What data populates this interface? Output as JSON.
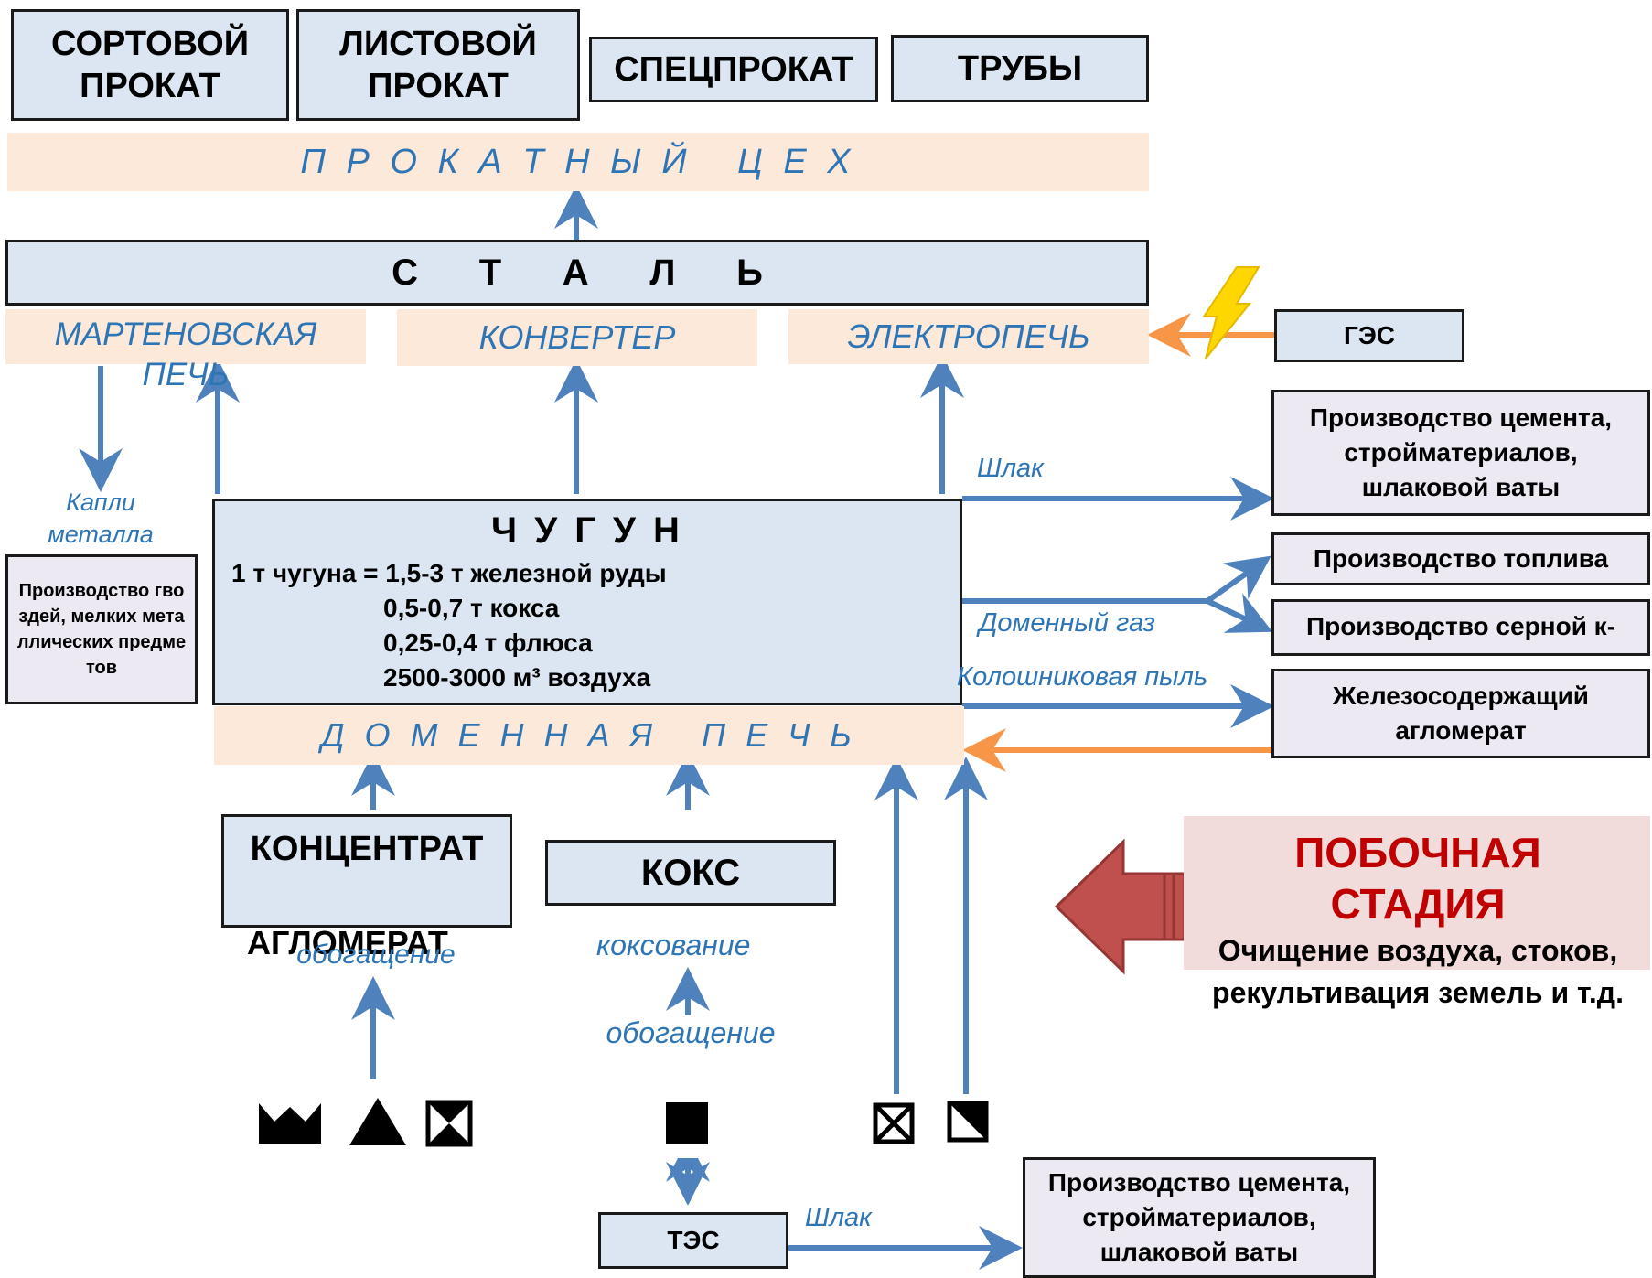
{
  "products": {
    "sort": "СОРТОВОЙ ПРОКАТ",
    "list": "ЛИСТОВОЙ ПРОКАТ",
    "spec": "СПЕЦПРОКАТ",
    "pipes": "ТРУБЫ"
  },
  "rolling_shop": "П Р О К А Т Н Ы Й   Ц Е Х",
  "steel": "С      Т      А      Л      Ь",
  "furnaces": {
    "martin": "МАРТЕНОВСКАЯ ПЕЧЬ",
    "converter": "КОНВЕРТЕР",
    "electric": "ЭЛЕКТРОПЕЧЬ"
  },
  "ges": "ГЭС",
  "metal_drops": "Капли металла",
  "nails": "Производство гвоздей, мелких металлических предметов",
  "pig_iron": {
    "title": "Ч У Г У Н",
    "line1": "1 т чугуна = 1,5-3 т железной руды",
    "line2": "0,5-0,7 т кокса",
    "line3": "0,25-0,4 т флюса",
    "line4": "2500-3000 м³ воздуха"
  },
  "blast_furnace": "Д О М Е Н Н А Я   П Е Ч Ь",
  "byproducts": {
    "slag_label": "Шлак",
    "gas_label": "Доменный газ",
    "dust_label": "Колошниковая пыль",
    "cement": "Производство цемента, стройматериалов, шлаковой ваты",
    "fuel": "Производство топлива",
    "sulfuric": "Производство серной к-ты",
    "agglomerate": "Железосодержащий агломерат"
  },
  "inputs": {
    "concentrate_line1": "КОНЦЕНТРАТ",
    "concentrate_line2": "АГЛОМЕРАТ",
    "enrichment_1": "обогащение",
    "coke": "КОКС",
    "coking": "коксование",
    "enrichment_2": "обогащение"
  },
  "tes": "ТЭС",
  "tes_slag": "Шлак",
  "tes_cement": "Производство цемента, стройматериалов, шлаковой ваты",
  "side_stage": {
    "title": "ПОБОЧНАЯ СТАДИЯ",
    "text": "Очищение воздуха, стоков, рекультивация земель и т.д."
  },
  "colors": {
    "box_blue": "#dce6f2",
    "band_peach": "#fde9d9",
    "arrow_blue": "#4f81bd",
    "arrow_orange": "#f79646",
    "accent_red": "#c00000",
    "side_bg": "#f2dcdb"
  },
  "mineral_icons": [
    "iron-ore-icon",
    "manganese-ore-icon",
    "flux-icon",
    "coal-icon",
    "air-icon",
    "water-icon"
  ]
}
